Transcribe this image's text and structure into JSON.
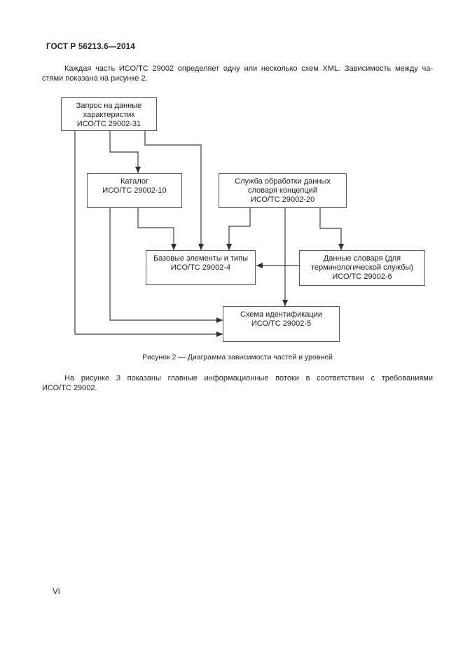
{
  "page": {
    "header": "ГОСТ Р 56213.6—2014",
    "page_number": "VI"
  },
  "paragraphs": {
    "p1_line1": "Каждая часть ИСО/ТС 29002 определяет одну или несколько схем XML. Зависимость между ча-",
    "p1_line2": "стями показана на рисунке 2.",
    "p2_line1": "На рисунке 3 показаны главные информационные потоки в соответствии с требованиями",
    "p2_line2": "ИСО/ТС 29002."
  },
  "figure": {
    "caption": "Рисунок 2 — Диаграмма зависимости частей и уровней",
    "boxes": {
      "request": "Запрос на данные\nхарактеристик\nИСО/ТС 29002-31",
      "catalog": "Каталог\nИСО/ТС 29002-10",
      "service": "Служба обработки данных\nсловаря концепций\nИСО/ТС 29002-20",
      "basic": "Базовые элементы и типы\nИСО/ТС 29002-4",
      "dictionary": "Данные словаря (для\nтерминологической службы)\nИСО/ТС 29002-6",
      "identification": "Схема идентификации\nИСО/ТС 29002-5"
    },
    "edges": [
      {
        "from": "request",
        "to": "catalog"
      },
      {
        "from": "request",
        "to": "basic"
      },
      {
        "from": "request",
        "to": "identification"
      },
      {
        "from": "catalog",
        "to": "basic"
      },
      {
        "from": "catalog",
        "to": "identification"
      },
      {
        "from": "service",
        "to": "basic"
      },
      {
        "from": "service",
        "to": "dictionary"
      },
      {
        "from": "service",
        "to": "identification"
      },
      {
        "from": "dictionary",
        "to": "basic"
      }
    ],
    "colors": {
      "line": "#3c3c3c",
      "box_border": "#5a5a5a",
      "text": "#1c1c1c"
    }
  }
}
